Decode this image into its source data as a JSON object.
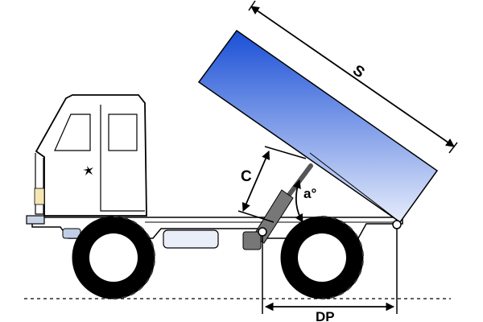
{
  "labels": {
    "s": "S",
    "c": "C",
    "a": "a°",
    "dp": "DP"
  },
  "colors": {
    "bed_top": "#1a4fd6",
    "bed_bottom": "#e6ecfb",
    "window": "#bfcde6",
    "lamp": "#f6e6b3",
    "tire": "#000000",
    "cylinder": "#777777",
    "line": "#000000"
  }
}
